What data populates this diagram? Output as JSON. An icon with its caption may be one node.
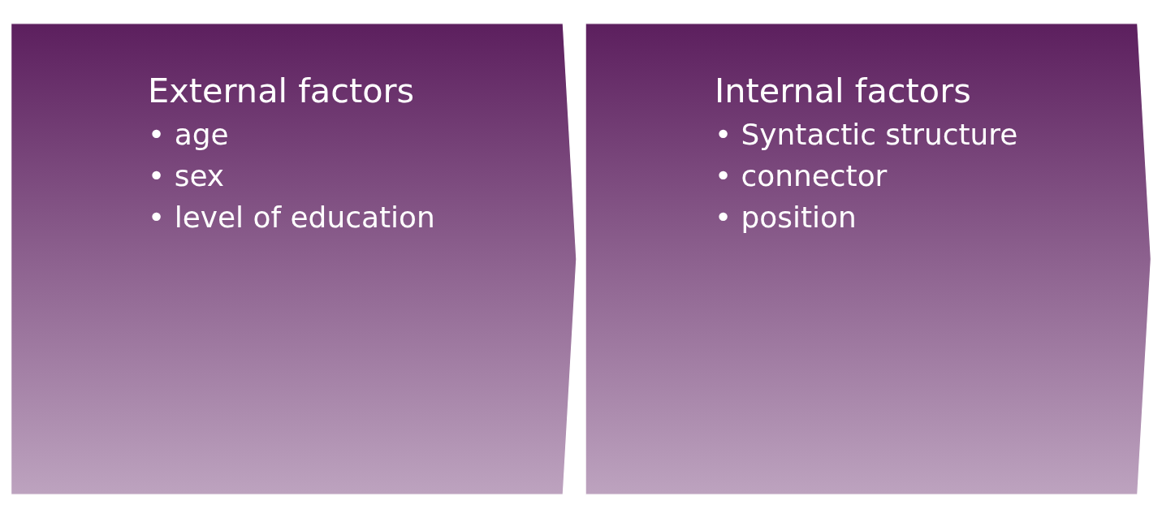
{
  "diagram": {
    "nodes": [
      {
        "text": [
          "External factors",
          "• age",
          "• sex",
          "• level of education"
        ]
      },
      {
        "text": [
          "Internal factors",
          "• Syntactic structure",
          "• connector",
          "• position"
        ]
      }
    ]
  }
}
